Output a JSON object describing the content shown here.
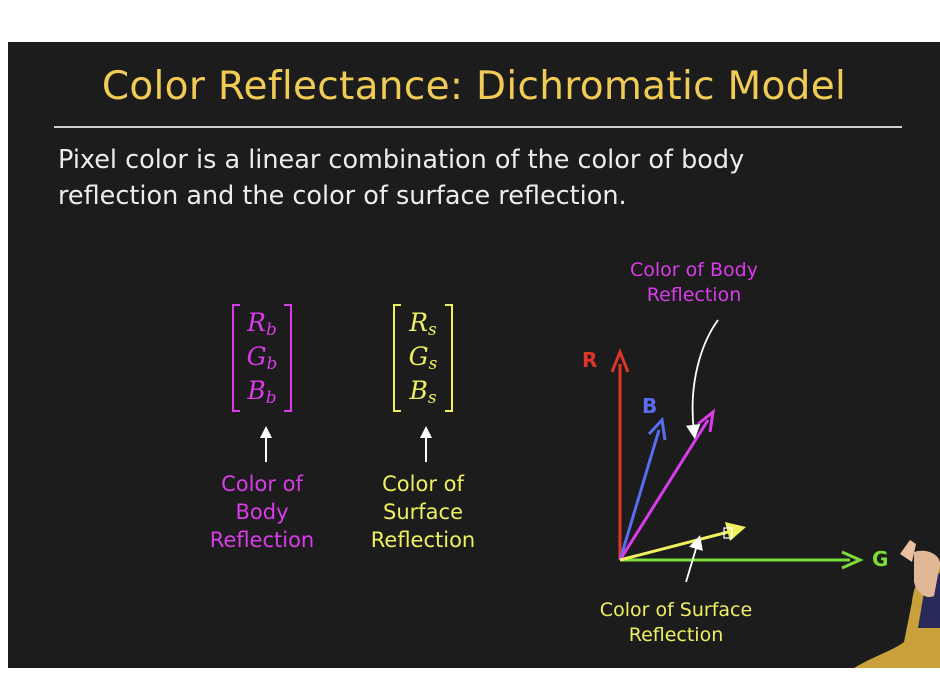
{
  "slide": {
    "title": "Color Reflectance: Dichromatic Model",
    "body_line1": "Pixel color is a linear combination of the color of body",
    "body_line2": "reflection and the color of surface reflection."
  },
  "body_vector": {
    "entries": [
      {
        "symbol": "R",
        "sub": "b"
      },
      {
        "symbol": "G",
        "sub": "b"
      },
      {
        "symbol": "B",
        "sub": "b"
      }
    ],
    "caption": [
      "Color of",
      "Body",
      "Reflection"
    ],
    "color": "#d93ce8"
  },
  "surface_vector": {
    "entries": [
      {
        "symbol": "R",
        "sub": "s"
      },
      {
        "symbol": "G",
        "sub": "s"
      },
      {
        "symbol": "B",
        "sub": "s"
      }
    ],
    "caption": [
      "Color of",
      "Surface",
      "Reflection"
    ],
    "color": "#eef060"
  },
  "plot": {
    "axes": {
      "R": "R",
      "G": "G",
      "B": "B"
    },
    "axis_colors": {
      "R": "#e0362a",
      "G": "#7bdc3a",
      "B": "#5a6cf0"
    },
    "body_label": [
      "Color of Body",
      "Reflection"
    ],
    "surface_label": [
      "Color of Surface",
      "Reflection"
    ]
  },
  "colors": {
    "background": "#1c1c1c",
    "title": "#f0cb55",
    "text": "#ececec",
    "magenta": "#d93ce8",
    "yellow": "#eef060"
  }
}
